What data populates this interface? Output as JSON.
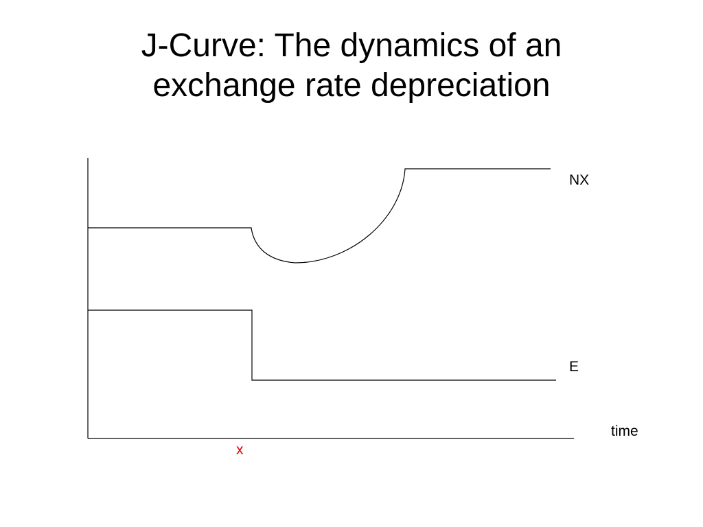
{
  "title": {
    "line1": "J-Curve: The dynamics of an",
    "line2": "exchange rate depreciation"
  },
  "labels": {
    "nx": "NX",
    "e": "E",
    "time": "time",
    "marker": "x"
  },
  "colors": {
    "line": "#000000",
    "marker": "#e00000"
  }
}
